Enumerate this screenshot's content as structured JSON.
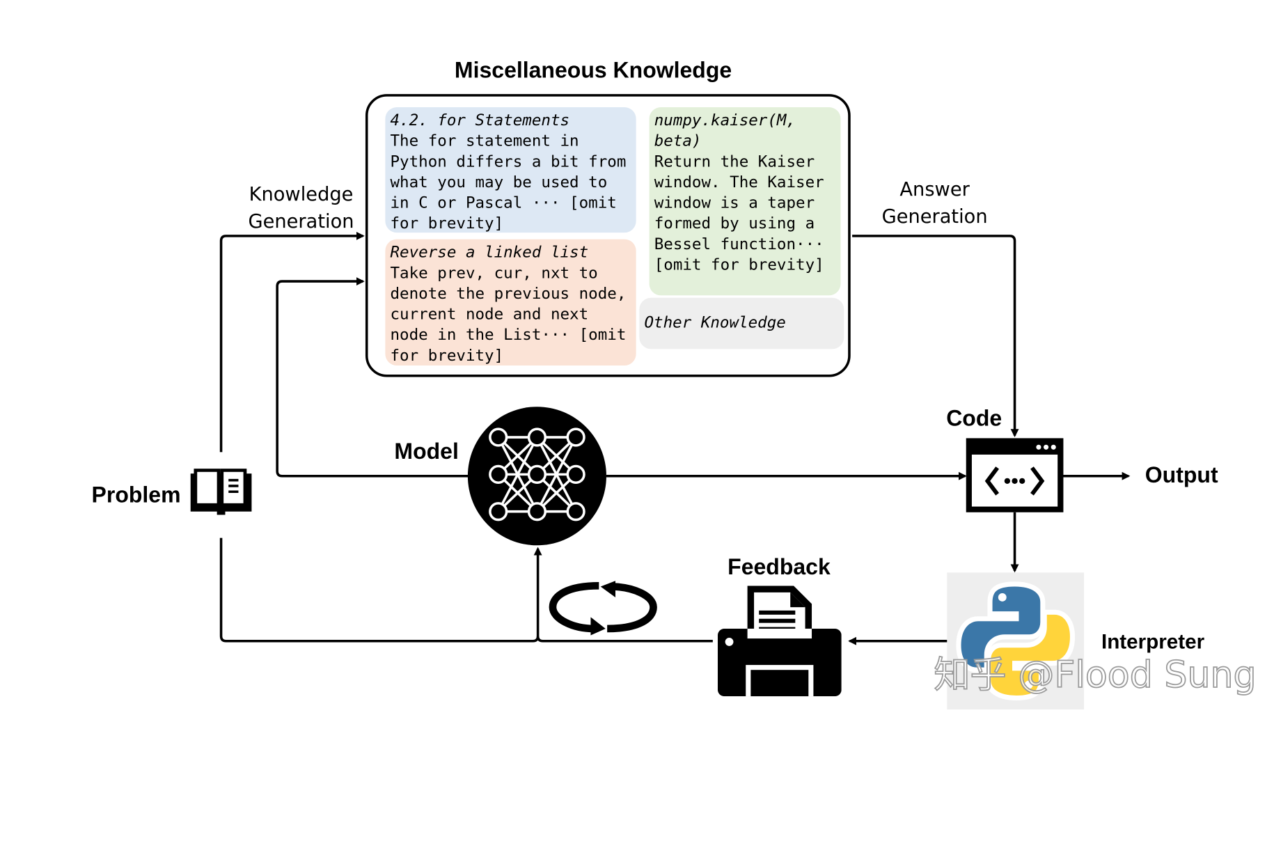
{
  "knowledge_box": {
    "title": "Miscellaneous Knowledge",
    "cards": [
      {
        "head": "4.2. for Statements",
        "body": "The for statement in Python differs a bit from what you may be used to in C or Pascal ··· [omit for brevity]",
        "color": "#dde8f4"
      },
      {
        "head": "Reverse a linked list",
        "body": "Take prev, cur, nxt to denote the previous node, current node and next node in the List··· [omit for brevity]",
        "color": "#fbe3d6"
      },
      {
        "head": "numpy.kaiser(M, beta)",
        "body": "Return the Kaiser window. The Kaiser window is a taper formed by using a Bessel function··· [omit for brevity]",
        "color": "#e3f0da"
      },
      {
        "head": "Other Knowledge",
        "body": "",
        "color": "#eeeeee"
      }
    ]
  },
  "labels": {
    "knowledge_generation": [
      "Knowledge",
      "Generation"
    ],
    "answer_generation": [
      "Answer",
      "Generation"
    ],
    "problem": "Problem",
    "model": "Model",
    "code": "Code",
    "output": "Output",
    "feedback": "Feedback",
    "interpreter": "Interpreter"
  },
  "watermark": "知乎 @Flood Sung",
  "icons": [
    "book-icon",
    "neural-network-icon",
    "code-window-icon",
    "printer-icon",
    "python-logo-icon",
    "refresh-cycle-icon"
  ],
  "colors": {
    "line": "#000000",
    "python_blue": "#3b77a8",
    "python_yellow": "#ffd43b"
  }
}
